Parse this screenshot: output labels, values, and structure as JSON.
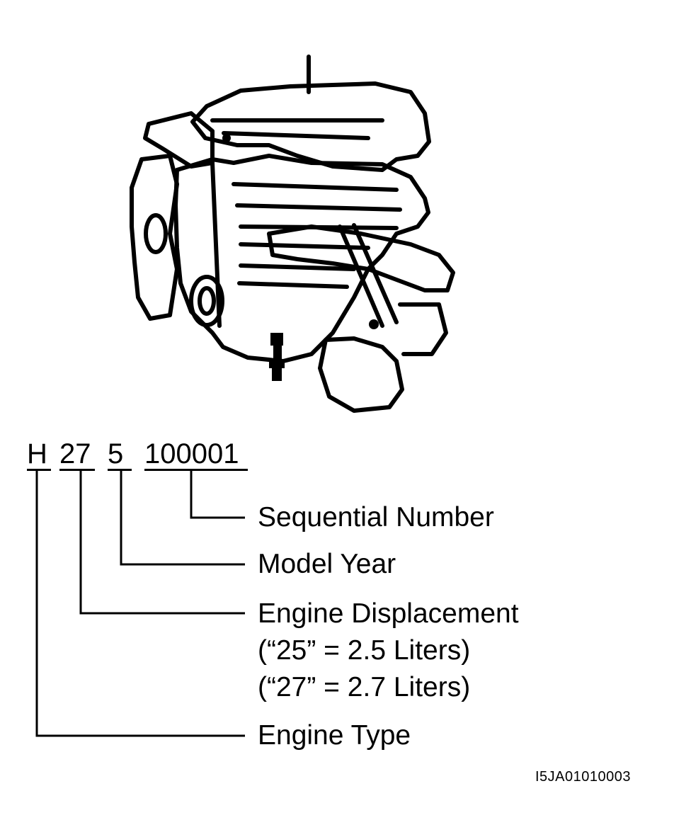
{
  "engine_code": {
    "type_letter": "H",
    "displacement_digits": "27",
    "year_digit": "5",
    "sequence": "100001"
  },
  "descriptions": {
    "sequential_number": "Sequential Number",
    "model_year": "Model Year",
    "engine_displacement": "Engine Displacement",
    "displacement_note_25": "(“25” = 2.5 Liters)",
    "displacement_note_27": "(“27” = 2.7 Liters)",
    "engine_type": "Engine Type"
  },
  "figure_id": "I5JA01010003",
  "illustration": {
    "subject": "engine-assembly",
    "style": "black line art"
  }
}
